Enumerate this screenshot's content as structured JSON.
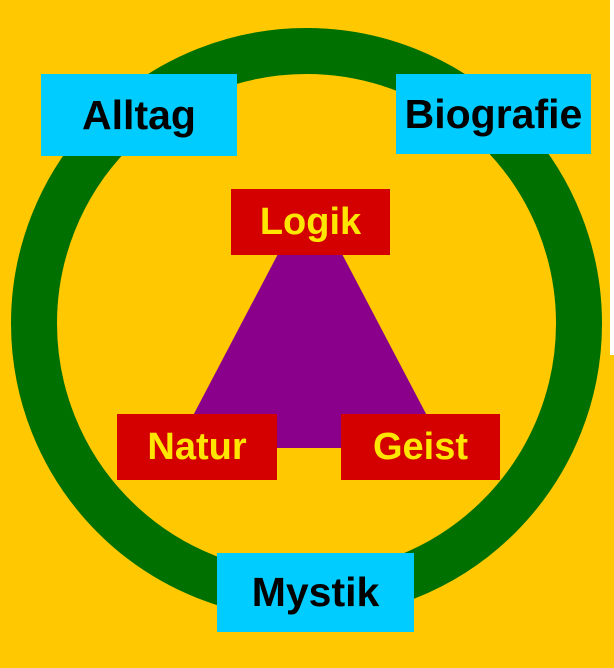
{
  "diagram": {
    "description": "Concept diagram: purple triangle (Logik, Natur, Geist) inside a green circle (Alltag, Biografie, Mystik)"
  },
  "colors": {
    "background": "#FFC800",
    "ring_green": "#007000",
    "triangle_purple": "#8A008A",
    "inner_box_red": "#D40000",
    "outer_box_cyan": "#00CCFF",
    "inner_label_yellow": "#FFE600",
    "outer_label_black": "#000000",
    "edge_strip_white": "#FFFFFF"
  },
  "nodes": {
    "alltag": {
      "label": "Alltag"
    },
    "biografie": {
      "label": "Biografie"
    },
    "mystik": {
      "label": "Mystik"
    },
    "logik": {
      "label": "Logik"
    },
    "natur": {
      "label": "Natur"
    },
    "geist": {
      "label": "Geist"
    }
  }
}
